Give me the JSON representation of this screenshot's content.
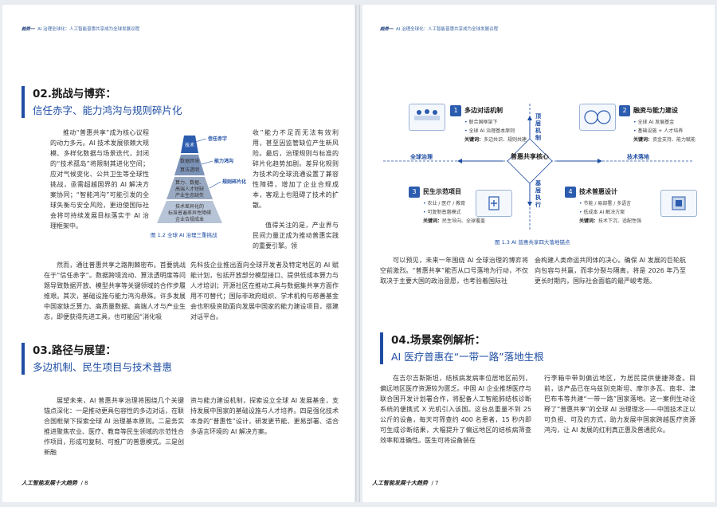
{
  "running_head": {
    "chapter": "趋势一",
    "title": "AI 治理全球化：人工智能普惠共享成为全球发展议程"
  },
  "left_page": {
    "sec02": {
      "num": "02.",
      "title": "挑战与博弈：",
      "subtitle": "信任赤字、能力鸿沟与规则碎片化"
    },
    "p02a": "推动“普惠共享”成为核心议程的动力多元。AI 技术发展依赖大规模、多样化数据与场景迭代，封闭的“技术孤岛”将限制其进化空间；应对气候变化、公共卫生等全球性挑战，亟需超越国界的 AI 解决方案协同；“智能鸿沟”可能引发的全球失衡与安全风险，更迫使国际社会将可持续发展目标落实于 AI 治理框架中。",
    "p02b": "收”能力不足而无法有效利用，甚至因监管缺位产生新风险。最后，治理规则与标准的碎片化趋势加剧。差异化规则为技术的全球流通设置了兼容性障碍，增加了企业合规成本，客观上也阻碍了技术的扩散。",
    "p02c": "值得关注的是，产业界与民间力量正成为推动普惠实践的重要引擎。领先科技企业推出面向全球开发者及特定地区的 AI 赋能计划，包括开放部分模型接口、提供低成本算力与人才培训；开源社区在推动工具与数据集共享方面作用不可替代；国际非政府组织、学术机构与慈善基金会也积极资助面向发展中国家的能力建设项目，搭建对话平台。",
    "p02d": "然而，通往普惠共享之路荆棘密布。首要挑战在于“信任赤字”。数据跨境流动、算法透明度等问题导致数据开放、模型共享等关键领域的合作步履维艰。其次，基础设施与能力鸿沟悬殊。许多发展中国家缺乏算力、高质量数据、高端人才与产业生态，即便获得先进工具，也可能因“消化吸",
    "fig12": {
      "caption": "图 1.2 全球 AI 治理三重挑战",
      "top": "技术",
      "l1a": "数据跨境",
      "l1b": "算法透明",
      "l2a": "算力、数据、",
      "l2b": "高端人才短缺",
      "l2c": "产业生态缺失",
      "l3a": "技术差异化的",
      "l3b": "标准普遍差异性障碍",
      "l3c": "企业合规成本",
      "call1": "信任赤字",
      "call2": "能力鸿沟",
      "call3": "规则碎片化"
    },
    "sec03": {
      "num": "03.",
      "title": "路径与展望：",
      "subtitle": "多边机制、民生项目与技术普惠"
    },
    "p03a": "展望未来，AI 普惠共享治理将围绕几个关键锚点深化：一是推动更具包容性的多边对话，在联合国框架下探索全球 AI 治理基本原则。二是务实推进聚焦农业、医疗、教育等民生领域的示范性合作项目，形成可复制、可推广的普惠模式。三是创新融",
    "p03b": "资与能力建设机制，探索设立全球 AI 发展基金，支持发展中国家的基础设施与人才培养。四是强化技术本身的“普惠性”设计，研发更节能、更易部署、适合多语言环境的 AI 解决方案。",
    "footer": {
      "brand": "人工智能发展十大趋势",
      "page": "8"
    }
  },
  "right_page": {
    "fig13": {
      "caption": "图 1.3 AI 普惠共享四大落地锚点",
      "center": "普惠共享核心",
      "axis_left": "全球治理",
      "axis_right": "技术落地",
      "axis_top": "顶层机制",
      "axis_bottom": "基层执行",
      "q1": {
        "title": "多边对话机制",
        "items": [
          "联合国框架下",
          "全球 AI 治理基本原则"
        ],
        "key": "关键词：",
        "key_val": "多边共识、规则共建"
      },
      "q2": {
        "title": "融资与能力建设",
        "items": [
          "全球 AI 发展基金",
          "基础设施 + 人才培养"
        ],
        "key": "关键词：",
        "key_val": "资金支持、能力赋能"
      },
      "q3": {
        "title": "民生示范项目",
        "items": [
          "农业 / 医疗 / 教育",
          "可复制普惠模式"
        ],
        "key": "关键词：",
        "key_val": "民生导向、全球覆盖"
      },
      "q4": {
        "title": "技术普惠设计",
        "items": [
          "节能 / 易部署 / 多语言",
          "低成本 AI 解决方案"
        ],
        "key": "关键词：",
        "key_val": "技术下沉、适配性强"
      }
    },
    "p03c": "可以预见，未来一年围绕 AI 全球治理的博弈将空前激烈。“普惠共享”能否从口号落地为行动，不仅取决于主要大国的政治意愿，也考验着国际社",
    "p03d": "会构建人类命运共同体的决心。确保 AI 发展的巨轮航向包容与共赢，而非分裂与隔离，将是 2026 年乃至更长时期内，国际社会面临的最严峻考题。",
    "sec04": {
      "num": "04.",
      "title": "场景案例解析：",
      "subtitle": "AI 医疗普惠在“一带一路”落地生根"
    },
    "p04a": "在吉尔吉斯斯坦，结核病发病率位居地区前列，偏远地区医疗资源较为匮乏。中国 AI 企业推想医疗与联合国开发计划署合作，将配备人工智能肺结核诊断系统的便携式 X 光机引入该国。这台总重量不到 25 公斤的设备，每天可筛查约 400 名患者，15 秒内即可生成诊断结果，大幅提升了偏远地区的结核病筛查效率和准确性。医生可将设备装在",
    "p04b": "行李箱中带到偏远地区，为居民提供便捷筛查。目前，该产品已在乌兹别克斯坦、摩尔多瓦、南非、津巴布韦等共建“一带一路”国家落地。这一案例生动诠释了“普惠共享”的全球 AI 治理理念——中国技术正以可负担、可及的方式，助力发展中国家跨越医疗资源鸿沟，让 AI 发展的红利真正惠及普通民众。",
    "footer": {
      "brand": "人工智能发展十大趋势",
      "page": "7"
    }
  },
  "colors": {
    "accent": "#1f4ea3",
    "text": "#333333"
  }
}
